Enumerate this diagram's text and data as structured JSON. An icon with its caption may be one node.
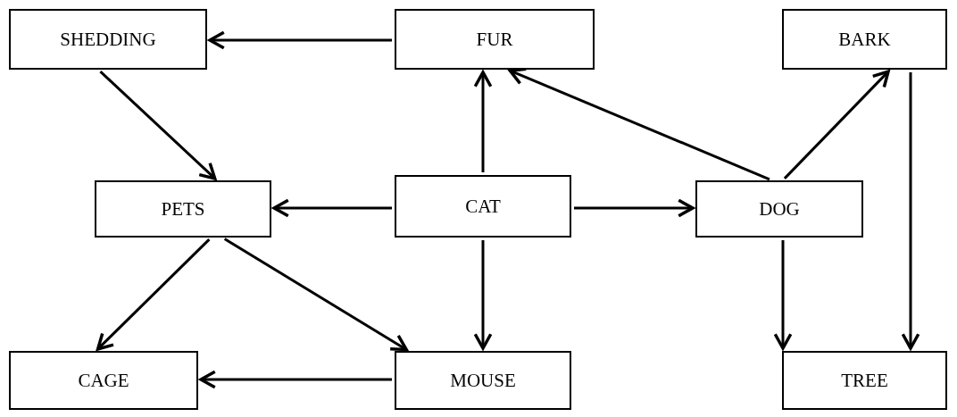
{
  "diagram": {
    "nodes": [
      {
        "text": [
          "SHEDDING"
        ]
      },
      {
        "text": [
          "FUR"
        ]
      },
      {
        "text": [
          "BARK"
        ]
      },
      {
        "text": [
          "PETS"
        ]
      },
      {
        "text": [
          "CAT"
        ]
      },
      {
        "text": [
          "DOG"
        ]
      },
      {
        "text": [
          "CAGE"
        ]
      },
      {
        "text": [
          "MOUSE"
        ]
      },
      {
        "text": [
          "TREE"
        ]
      }
    ],
    "edges": [
      {
        "from": 1,
        "to": 0,
        "arrow": "to"
      },
      {
        "from": 0,
        "to": 3,
        "arrow": "to"
      },
      {
        "from": 4,
        "to": 1,
        "arrow": "to"
      },
      {
        "from": 4,
        "to": 3,
        "arrow": "to"
      },
      {
        "from": 4,
        "to": 5,
        "arrow": "to"
      },
      {
        "from": 5,
        "to": 1,
        "arrow": "to"
      },
      {
        "from": 5,
        "to": 2,
        "arrow": "to"
      },
      {
        "from": 2,
        "to": 8,
        "arrow": "to"
      },
      {
        "from": 4,
        "to": 7,
        "arrow": "to"
      },
      {
        "from": 3,
        "to": 6,
        "arrow": "to"
      },
      {
        "from": 3,
        "to": 7,
        "arrow": "to"
      },
      {
        "from": 7,
        "to": 6,
        "arrow": "to"
      },
      {
        "from": 5,
        "to": 8,
        "arrow": "to"
      }
    ]
  }
}
